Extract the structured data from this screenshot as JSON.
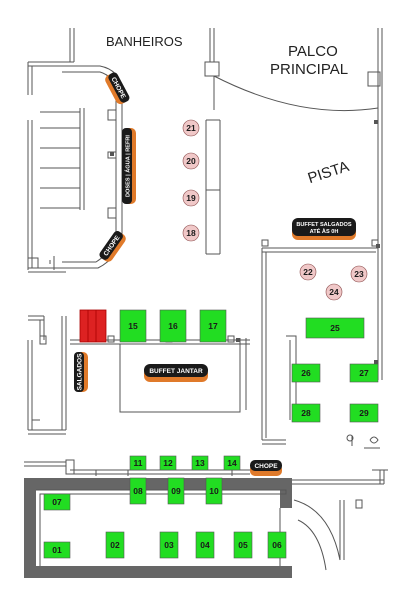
{
  "labels": {
    "banheiros": "BANHEIROS",
    "palco_line1": "PALCO",
    "palco_line2": "PRINCIPAL",
    "pista": "PISTA"
  },
  "stations": {
    "chope_top": "CHOPE",
    "doses": "DOSES | ÁGUA | REFRI",
    "chope_bottom": "CHOPE",
    "buffet_salgados_line1": "BUFFET SALGADOS",
    "buffet_salgados_line2": "ATÉ ÀS 0H",
    "buffet_jantar": "BUFFET JANTAR",
    "salgados": "SALGADOS",
    "chope_right": "CHOPE"
  },
  "tables": {
    "t01": "01",
    "t02": "02",
    "t03": "03",
    "t04": "04",
    "t05": "05",
    "t06": "06",
    "t07": "07",
    "t08": "08",
    "t09": "09",
    "t10": "10",
    "t11": "11",
    "t12": "12",
    "t13": "13",
    "t14": "14",
    "t15": "15",
    "t16": "16",
    "t17": "17",
    "t18": "18",
    "t19": "19",
    "t20": "20",
    "t21": "21",
    "t22": "22",
    "t23": "23",
    "t24": "24",
    "t25": "25",
    "t26": "26",
    "t27": "27",
    "t28": "28",
    "t29": "29"
  },
  "colors": {
    "wall": "#555555",
    "thick_wall": "#666666",
    "table_green": "#22dd22",
    "round_table": "#f0c8c8",
    "station_dark": "#1a1a1a",
    "station_orange": "#e07a2a",
    "reserved_red": "#dd2222"
  }
}
